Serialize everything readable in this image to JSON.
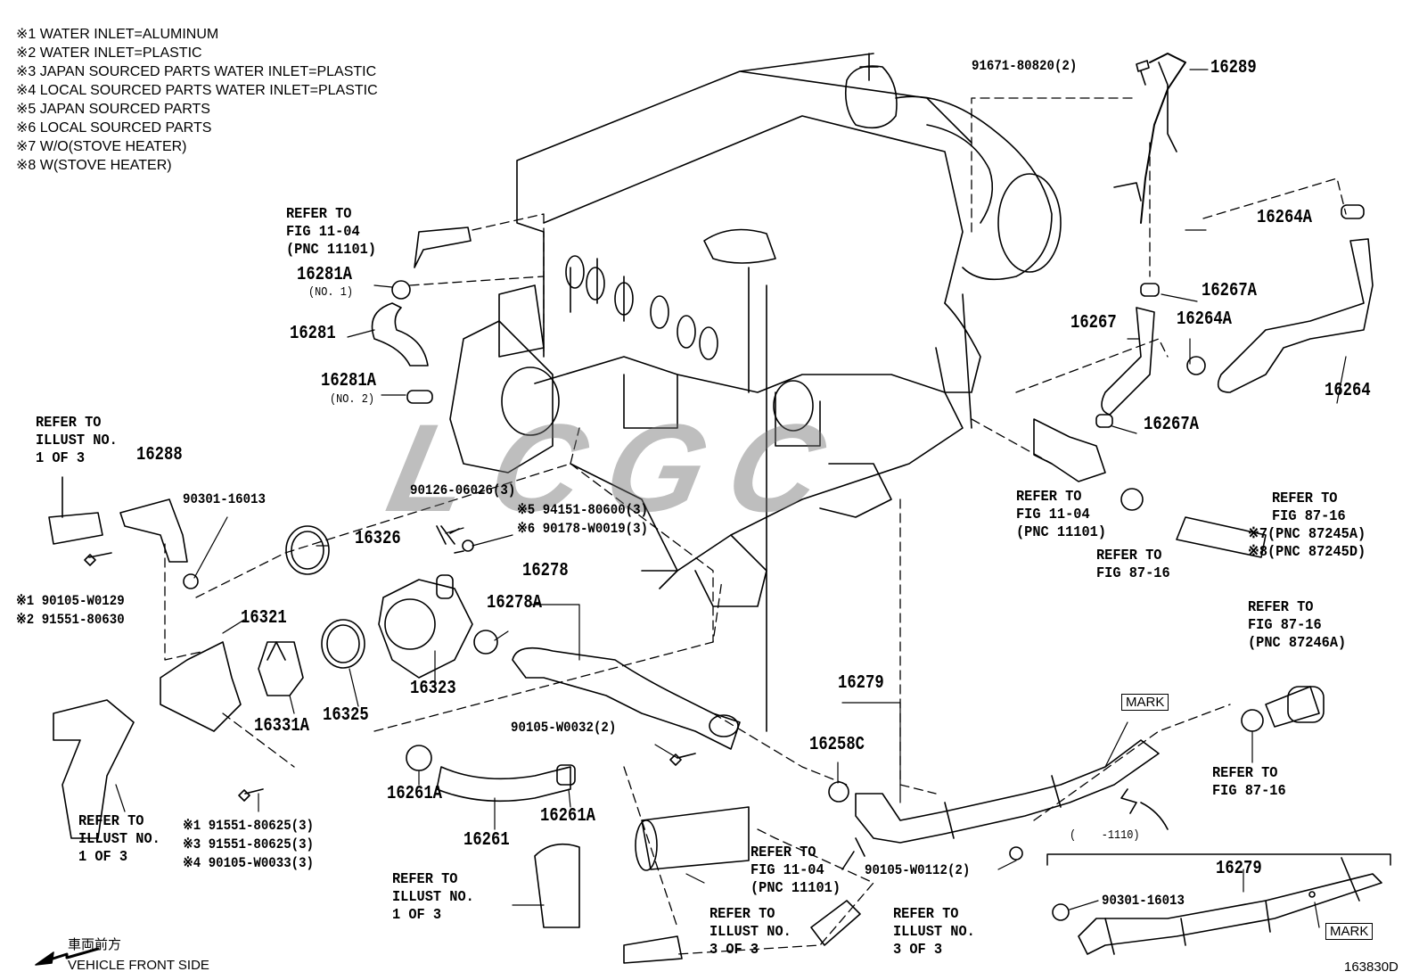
{
  "notes": [
    "※1 WATER INLET=ALUMINUM",
    "※2 WATER INLET=PLASTIC",
    "※3 JAPAN SOURCED PARTS WATER INLET=PLASTIC",
    "※4 LOCAL SOURCED PARTS WATER INLET=PLASTIC",
    "※5 JAPAN SOURCED PARTS",
    "※6 LOCAL SOURCED PARTS",
    "※7 W/O(STOVE HEATER)",
    "※8 W(STOVE HEATER)"
  ],
  "parts": {
    "p16289": "16289",
    "p91671": "91671-80820(2)",
    "p16264A_top": "16264A",
    "p16267A_top": "16267A",
    "p16267": "16267",
    "p16264A_mid": "16264A",
    "p16264": "16264",
    "p16267A_mid": "16267A",
    "p16281A_1": "16281A",
    "p16281A_1_sub": "(NO. 1)",
    "p16281": "16281",
    "p16281A_2": "16281A",
    "p16281A_2_sub": "(NO. 2)",
    "p16288": "16288",
    "p90301_left": "90301-16013",
    "p16326": "16326",
    "p90126": "90126-06026(3)",
    "p94151": "※5 94151-80600(3)",
    "p90178": "※6 90178-W0019(3)",
    "p16278": "16278",
    "p16278A": "16278A",
    "p16321": "16321",
    "p90105_W0129": "※1 90105-W0129",
    "p91551_80630": "※2 91551-80630",
    "p16331A": "16331A",
    "p16325": "16325",
    "p16323": "16323",
    "p90105_W0032": "90105-W0032(2)",
    "p16279_mid": "16279",
    "p16258C": "16258C",
    "p16261A_left": "16261A",
    "p16261": "16261",
    "p16261A_right": "16261A",
    "p91551_80625_1": "※1 91551-80625(3)",
    "p91551_80625_3": "※3 91551-80625(3)",
    "p90105_W0033": "※4 90105-W0033(3)",
    "p90105_W0112": "90105-W0112(2)",
    "p1110": "(    -1110)",
    "p16279_inset": "16279",
    "p90301_inset": "90301-16013"
  },
  "refs": {
    "r_fig1104_top": [
      "REFER TO",
      "FIG 11-04",
      "(PNC 11101)"
    ],
    "r_illust1_left": [
      "REFER TO",
      "ILLUST NO.",
      "1 OF 3"
    ],
    "r_fig1104_right": [
      "REFER TO",
      "FIG 11-04",
      "(PNC 11101)"
    ],
    "r_fig8716_a": [
      "REFER TO",
      "FIG 87-16"
    ],
    "r_fig8716_b": [
      "REFER TO",
      "FIG 87-16",
      "※7(PNC 87245A)",
      "※8(PNC 87245D)"
    ],
    "r_fig8716_c": [
      "REFER TO",
      "FIG 87-16",
      "(PNC 87246A)"
    ],
    "r_fig8716_d": [
      "REFER TO",
      "FIG 87-16"
    ],
    "r_illust1_bl": [
      "REFER TO",
      "ILLUST NO.",
      "1 OF 3"
    ],
    "r_illust1_bm": [
      "REFER TO",
      "ILLUST NO.",
      "1 OF 3"
    ],
    "r_fig1104_bottom": [
      "REFER TO",
      "FIG 11-04",
      "(PNC 11101)"
    ],
    "r_illust3_a": [
      "REFER TO",
      "ILLUST NO.",
      "3 OF 3"
    ],
    "r_illust3_b": [
      "REFER TO",
      "ILLUST NO.",
      "3 OF 3"
    ]
  },
  "marks": {
    "mark_main": "MARK",
    "mark_inset": "MARK"
  },
  "footer": {
    "front_jp": "車両前方",
    "front_en": "VEHICLE FRONT SIDE",
    "drawing_no": "163830D"
  },
  "watermark": "LCGC"
}
